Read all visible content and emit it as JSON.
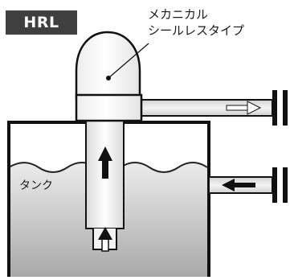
{
  "badge": {
    "label": "HRL"
  },
  "callout": {
    "line1": "メカニカル",
    "line2": "シールレスタイプ"
  },
  "tank": {
    "label": "タンク"
  },
  "colors": {
    "liquid": "#d9d9d9",
    "liquid_dark": "#a8a8a8",
    "outline": "#111111",
    "badge_bg": "#3f3f3f",
    "pipe_fill": "#e6e6e6",
    "arrow": "#111111"
  }
}
